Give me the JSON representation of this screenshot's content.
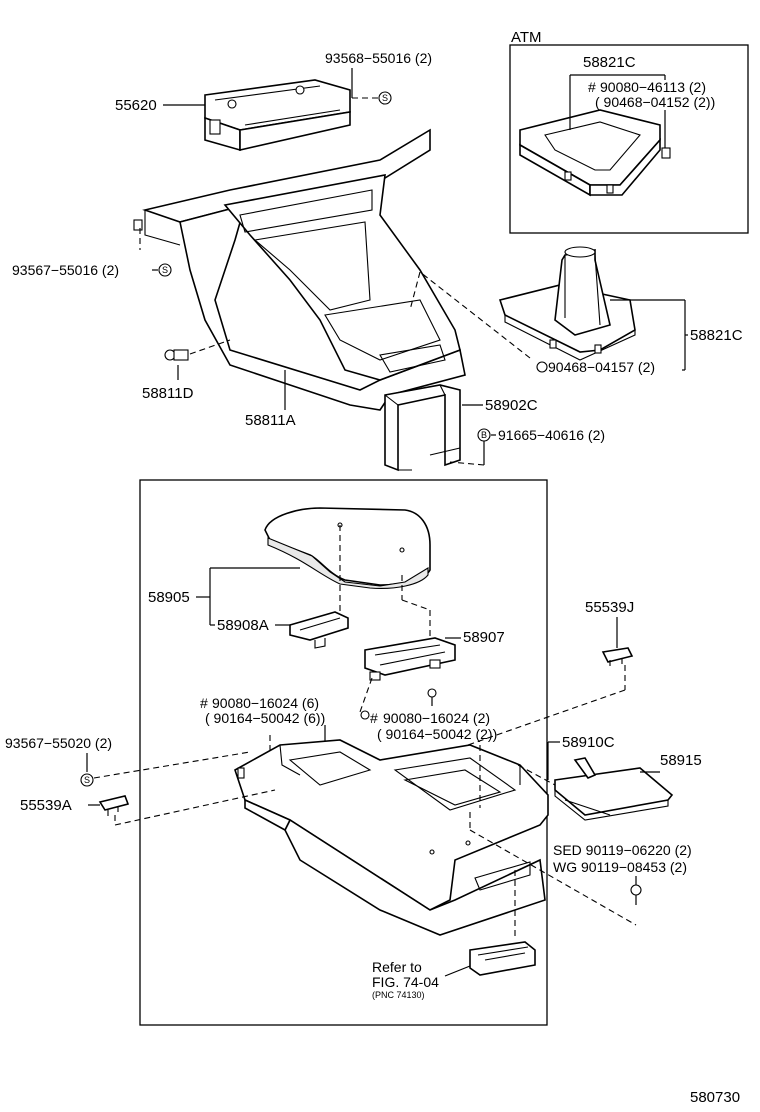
{
  "diagram": {
    "figure_number": "580730",
    "atm_box_label": "ATM",
    "labels": {
      "p55620": "55620",
      "p93568_55016": "93568−55016 (2)",
      "p93567_55016": "93567−55016 (2)",
      "p58811D": "58811D",
      "p58811A": "58811A",
      "p58902C": "58902C",
      "p91665_40616": "91665−40616 (2)",
      "p58821C_atm": "58821C",
      "p90080_46113": "90080−46113 (2)",
      "p90468_04152": "( 90468−04152 (2))",
      "p58821C_mt": "58821C",
      "p90468_04157": "90468−04157 (2)",
      "p58905": "58905",
      "p58908A": "58908A",
      "p58907": "58907",
      "p55539J": "55539J",
      "p90080_16024_6": "90080−16024 (6)",
      "p90164_50042_6": "( 90164−50042 (6))",
      "p90080_16024_2": "90080−16024 (2)",
      "p90164_50042_2": "( 90164−50042 (2))",
      "p93567_55020": "93567−55020 (2)",
      "p58910C": "58910C",
      "p58915": "58915",
      "p55539A": "55539A",
      "p90119_06220": "SED 90119−06220 (2)",
      "p90119_08453": "WG 90119−08453 (2)",
      "refer_to": "Refer to",
      "refer_fig": "FIG. 74-04",
      "refer_pnc": "(PNC 74130)"
    },
    "symbols": {
      "hash": "#",
      "s": "S",
      "b": "B"
    },
    "icons": [
      "screw-s-icon",
      "screw-b-icon",
      "hash-mark-icon"
    ]
  }
}
